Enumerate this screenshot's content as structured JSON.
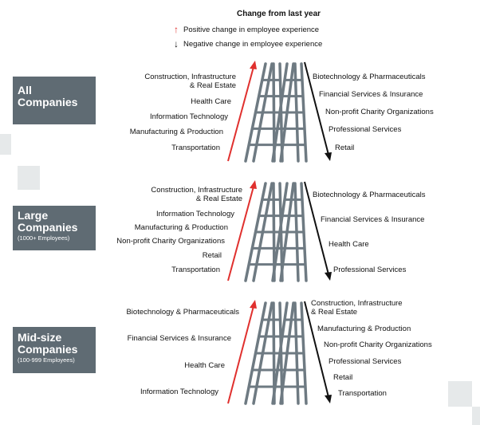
{
  "legend": {
    "title": "Change from last year",
    "positive": "Positive change in employee experience",
    "negative": "Negative change in employee experience",
    "positive_icon": "arrow-up-icon",
    "negative_icon": "arrow-down-icon"
  },
  "colors": {
    "positive": "#e0302e",
    "negative": "#111111",
    "box": "#5f6b73",
    "ladder": "#6e7a82",
    "deco": "#e6e9ea"
  },
  "sections": [
    {
      "title": "All\nCompanies",
      "subtitle": "",
      "positive": [
        "Construction, Infrastructure\n& Real Estate",
        "Health Care",
        "Information Technology",
        "Manufacturing & Production",
        "Transportation"
      ],
      "negative": [
        "Biotechnology & Pharmaceuticals",
        "Financial Services & Insurance",
        "Non-profit Charity Organizations",
        "Professional Services",
        "Retail"
      ]
    },
    {
      "title": "Large\nCompanies",
      "subtitle": "(1000+ Employees)",
      "positive": [
        "Construction, Infrastructure\n& Real Estate",
        "Information Technology",
        "Manufacturing & Production",
        "Non-profit Charity Organizations",
        "Retail",
        "Transportation"
      ],
      "negative": [
        "Biotechnology & Pharmaceuticals",
        "Financial Services & Insurance",
        "Health Care",
        "Professional Services"
      ]
    },
    {
      "title": "Mid-size\nCompanies",
      "subtitle": "(100-999 Employees)",
      "positive": [
        "Biotechnology & Pharmaceuticals",
        "Financial Services & Insurance",
        "Health Care",
        "Information Technology"
      ],
      "negative": [
        "Construction, Infrastructure\n& Real Estate",
        "Manufacturing & Production",
        "Non-profit Charity Organizations",
        "Professional Services",
        "Retail",
        "Transportation"
      ]
    }
  ]
}
